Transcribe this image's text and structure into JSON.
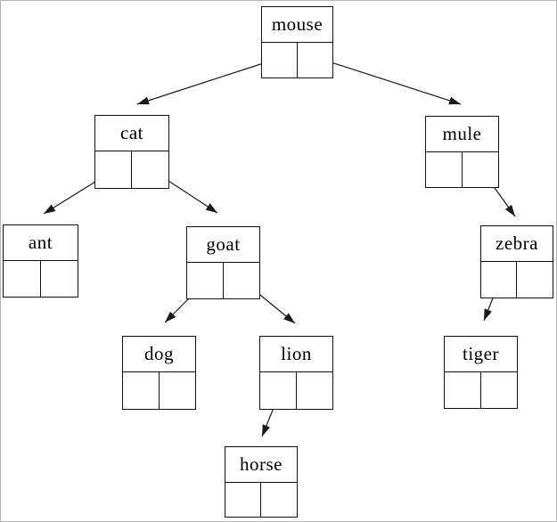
{
  "diagram": {
    "kind": "binary-search-tree",
    "background_color": "#ffffff",
    "box_border_color": "#111111",
    "edge_color": "#1a1a1a",
    "text_color": "#000000",
    "page_border_color": "#b4b4b4",
    "nodes": [
      {
        "id": "mouse",
        "label": "mouse"
      },
      {
        "id": "cat",
        "label": "cat"
      },
      {
        "id": "mule",
        "label": "mule"
      },
      {
        "id": "ant",
        "label": "ant"
      },
      {
        "id": "goat",
        "label": "goat"
      },
      {
        "id": "zebra",
        "label": "zebra"
      },
      {
        "id": "dog",
        "label": "dog"
      },
      {
        "id": "lion",
        "label": "lion"
      },
      {
        "id": "tiger",
        "label": "tiger"
      },
      {
        "id": "horse",
        "label": "horse"
      }
    ],
    "edges": [
      {
        "from": "mouse",
        "side": "left",
        "to": "cat"
      },
      {
        "from": "mouse",
        "side": "right",
        "to": "mule"
      },
      {
        "from": "cat",
        "side": "left",
        "to": "ant"
      },
      {
        "from": "cat",
        "side": "right",
        "to": "goat"
      },
      {
        "from": "mule",
        "side": "right",
        "to": "zebra"
      },
      {
        "from": "goat",
        "side": "left",
        "to": "dog"
      },
      {
        "from": "goat",
        "side": "right",
        "to": "lion"
      },
      {
        "from": "zebra",
        "side": "left",
        "to": "tiger"
      },
      {
        "from": "lion",
        "side": "left",
        "to": "horse"
      }
    ]
  }
}
